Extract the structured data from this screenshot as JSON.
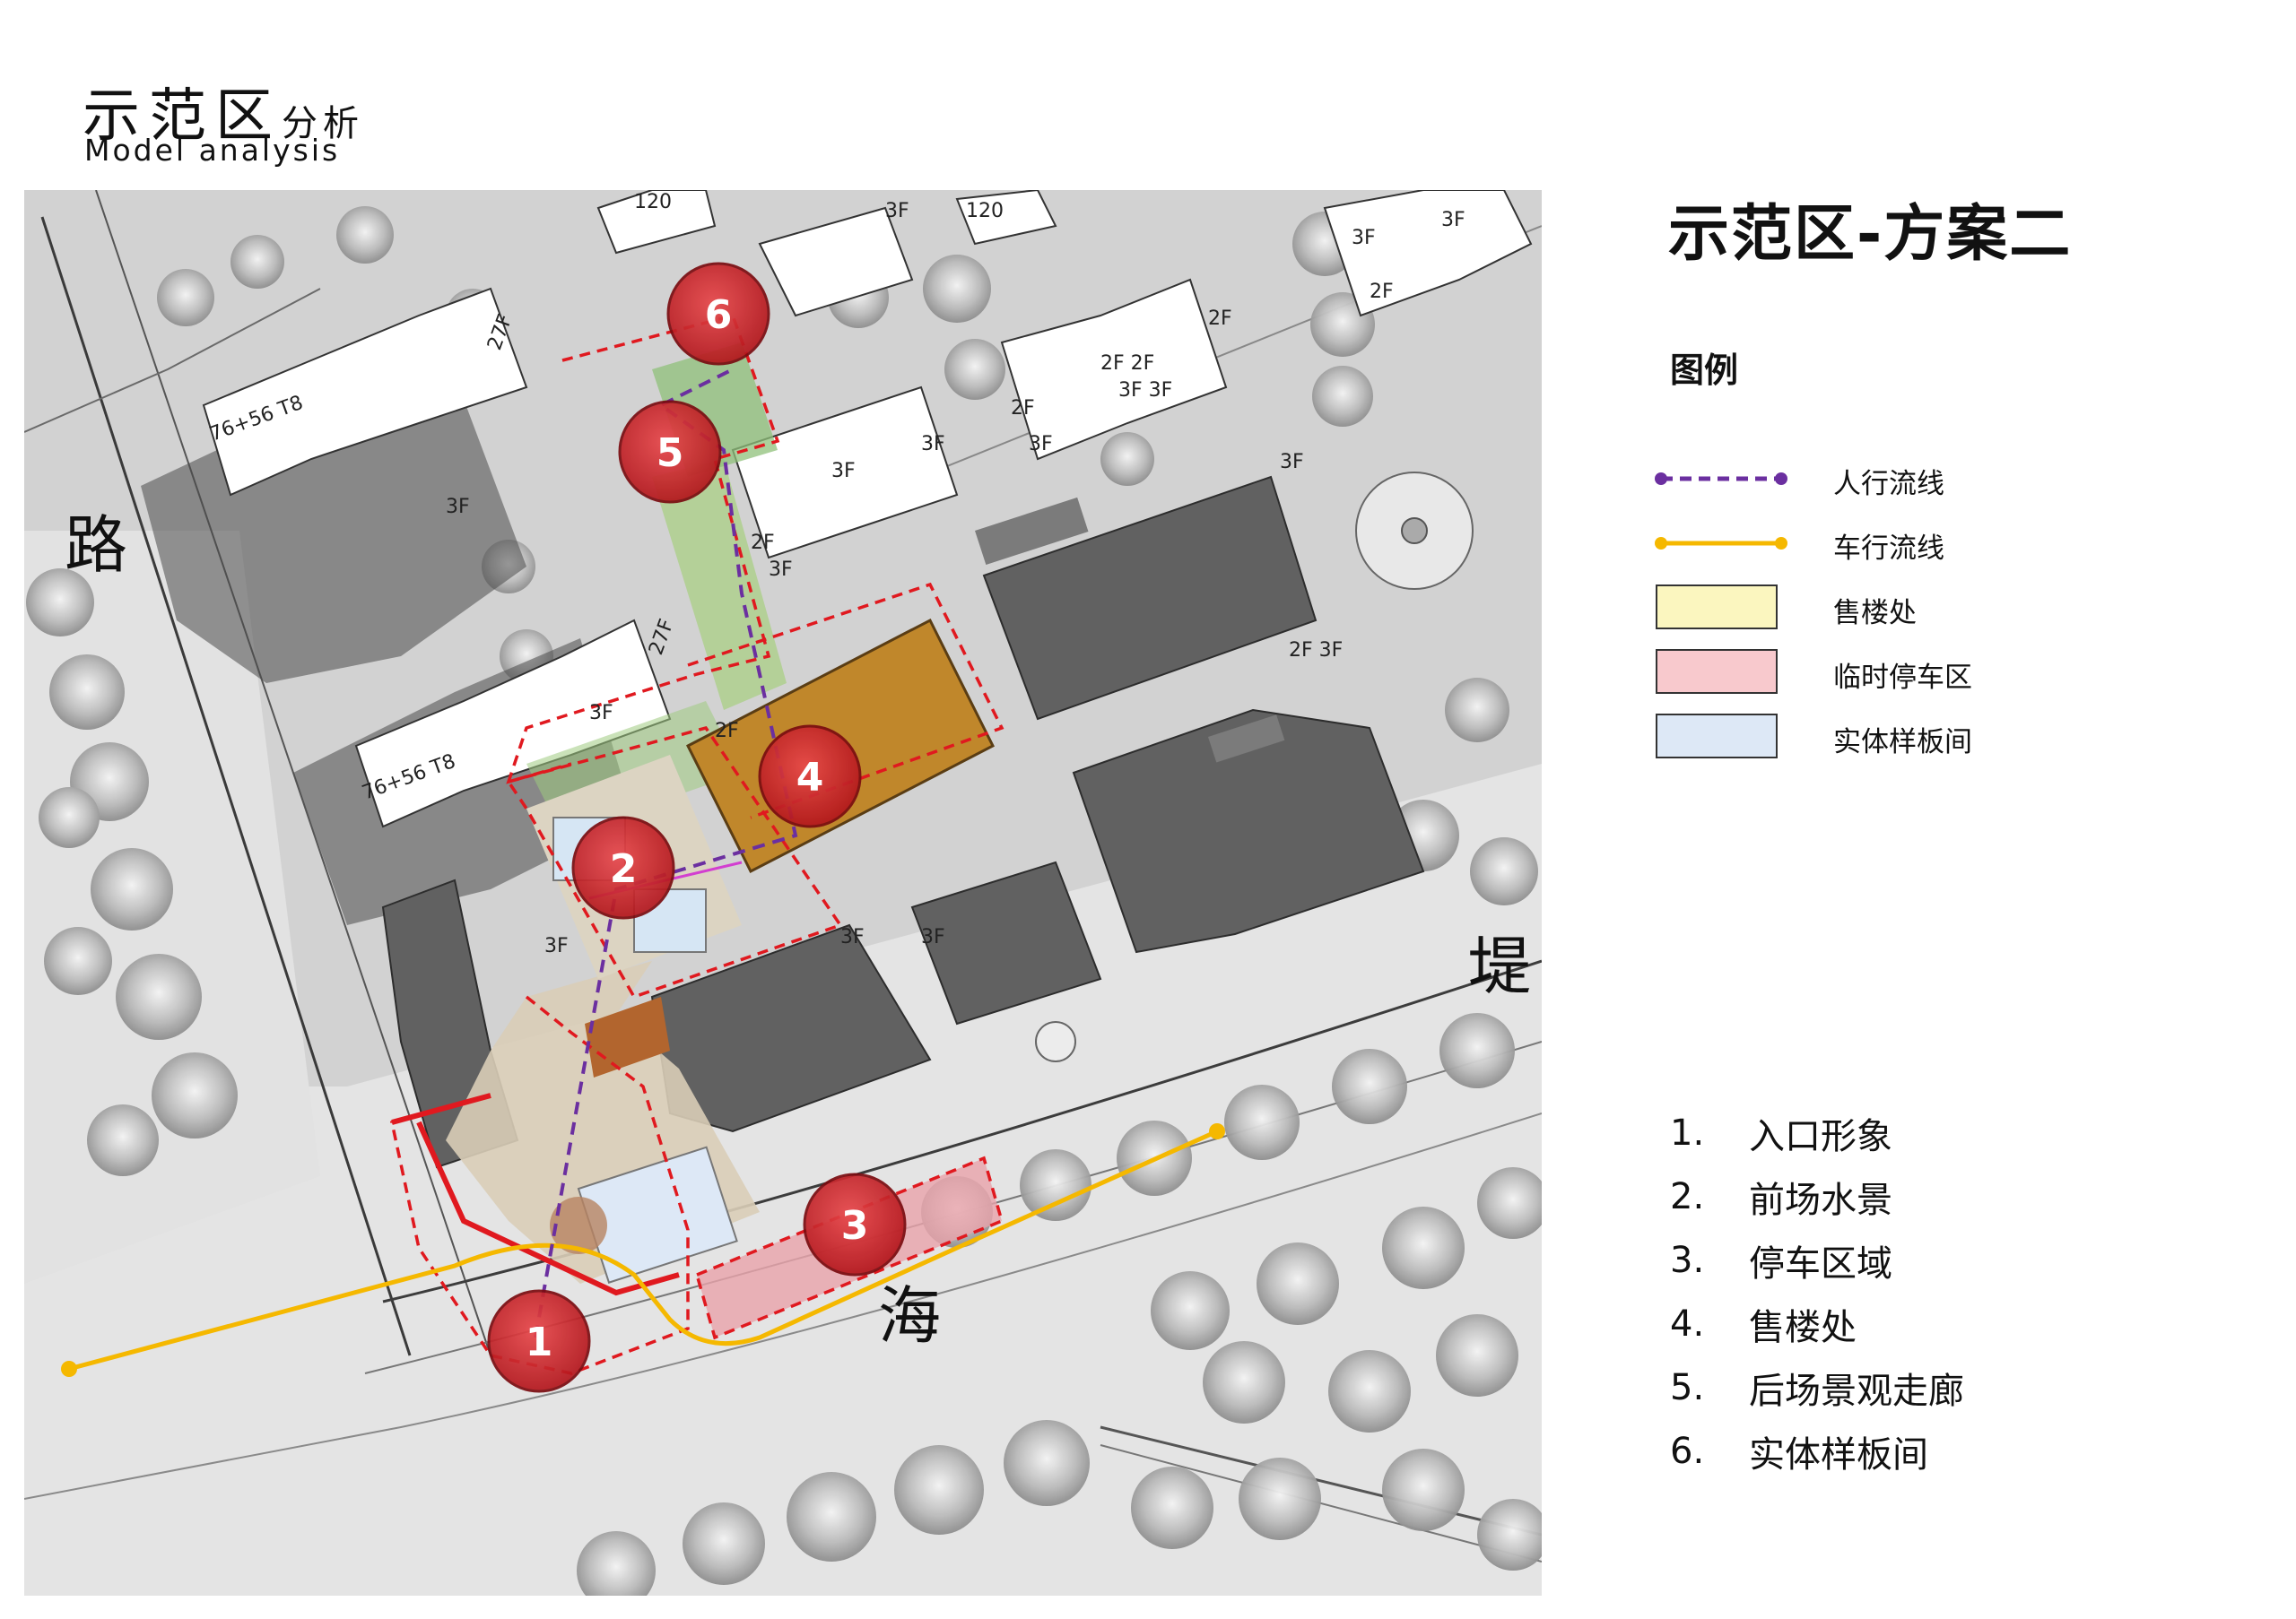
{
  "header": {
    "title_main": "示范区",
    "title_sub": "分析",
    "subtitle_en": "Model analysis"
  },
  "panel": {
    "title": "示范区-方案二",
    "legend_title": "图例",
    "legend": [
      {
        "label": "人行流线",
        "type": "dashed-line",
        "color": "#6b2fa0"
      },
      {
        "label": "车行流线",
        "type": "line",
        "color": "#f5b800"
      },
      {
        "label": "售楼处",
        "type": "swatch",
        "color": "#fbf6bf"
      },
      {
        "label": "临时停车区",
        "type": "swatch",
        "color": "#f8c9cd"
      },
      {
        "label": "实体样板间",
        "type": "swatch",
        "color": "#dde8f6"
      }
    ],
    "items": [
      {
        "num": "1.",
        "label": "入口形象"
      },
      {
        "num": "2.",
        "label": "前场水景"
      },
      {
        "num": "3.",
        "label": "停车区域"
      },
      {
        "num": "4.",
        "label": "售楼处"
      },
      {
        "num": "5.",
        "label": "后场景观走廊"
      },
      {
        "num": "6.",
        "label": "实体样板间"
      }
    ]
  },
  "map": {
    "road_labels": [
      "路",
      "堤",
      "海"
    ],
    "markers": [
      "1",
      "2",
      "3",
      "4",
      "5",
      "6"
    ],
    "building_labels": [
      "27F",
      "76+56 T8",
      "27F",
      "76+56 T8",
      "3F",
      "120",
      "3F",
      "2F",
      "3F",
      "2F",
      "3F",
      "3F",
      "3F",
      "2F",
      "3F",
      "2F 2F",
      "3F 3F",
      "2F",
      "3F",
      "3F",
      "2F 3F",
      "3F",
      "3F",
      "3F",
      "2F",
      "120",
      "3F"
    ]
  }
}
